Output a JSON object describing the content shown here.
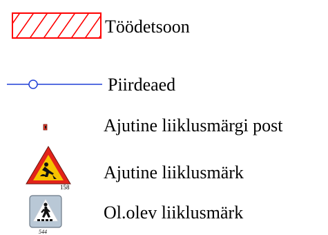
{
  "legend": {
    "items": [
      {
        "id": "work-zone",
        "label": "Töödetsoon",
        "icon": "red-hatched-rectangle",
        "color": "#ff0000"
      },
      {
        "id": "fence",
        "label": "Piirdeaed",
        "icon": "blue-line-with-circle",
        "color": "#1f3fd6"
      },
      {
        "id": "temp-sign-post",
        "label": "Ajutine liiklusmärgi post",
        "icon": "red-post-marker",
        "color": "#e23a2a"
      },
      {
        "id": "temp-sign",
        "label": "Ajutine liiklusmärk",
        "icon": "roadworks-warning-triangle",
        "color": "#e2231a",
        "sign_number": "158"
      },
      {
        "id": "existing-sign",
        "label": "Ol.olev liiklusmärk",
        "icon": "pedestrian-crossing-square",
        "color": "#b8c8d8",
        "sign_number": "544"
      }
    ]
  }
}
